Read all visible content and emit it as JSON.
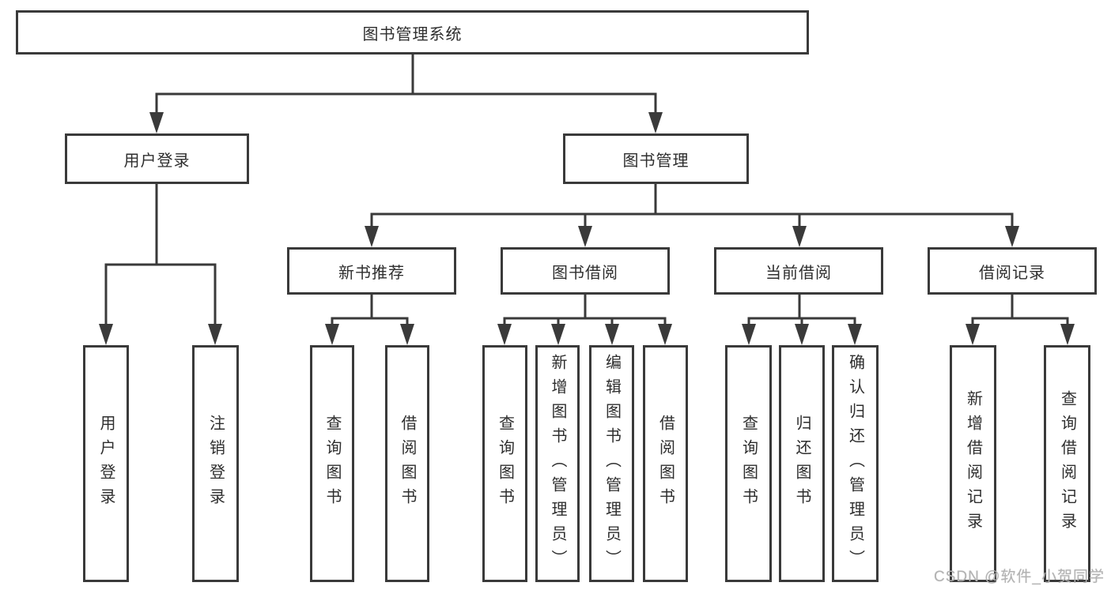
{
  "tree": {
    "root": {
      "label": "图书管理系统",
      "children": [
        {
          "label": "用户登录",
          "children": [
            {
              "label": "用户登录"
            },
            {
              "label": "注销登录"
            }
          ]
        },
        {
          "label": "图书管理",
          "children": [
            {
              "label": "新书推荐",
              "children": [
                {
                  "label": "查询图书"
                },
                {
                  "label": "借阅图书"
                }
              ]
            },
            {
              "label": "图书借阅",
              "children": [
                {
                  "label": "查询图书"
                },
                {
                  "label": "新增图书（管理员）"
                },
                {
                  "label": "编辑图书（管理员）"
                },
                {
                  "label": "借阅图书"
                }
              ]
            },
            {
              "label": "当前借阅",
              "children": [
                {
                  "label": "查询图书"
                },
                {
                  "label": "归还图书"
                },
                {
                  "label": "确认归还（管理员）"
                }
              ]
            },
            {
              "label": "借阅记录",
              "children": [
                {
                  "label": "新增借阅记录"
                },
                {
                  "label": "查询借阅记录"
                }
              ]
            }
          ]
        }
      ]
    }
  },
  "watermark": {
    "text": "CSDN @软件_小贺同学"
  },
  "colors": {
    "line": "#3a3a3a",
    "text": "#2e2e2e",
    "box-bg": "#ffffff",
    "watermark": "#b2b2b2"
  }
}
